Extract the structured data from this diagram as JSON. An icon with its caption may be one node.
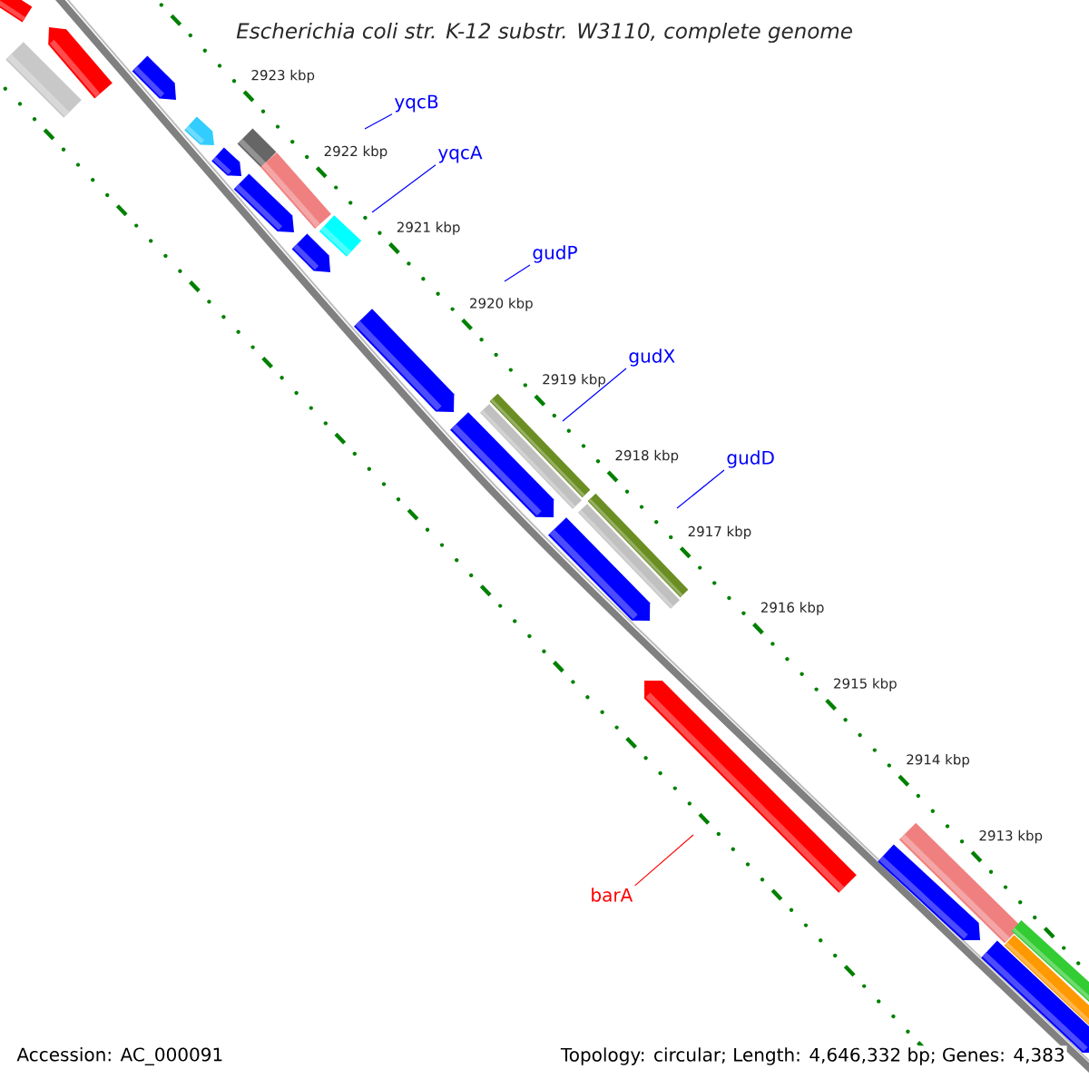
{
  "diagram": {
    "title": "Escherichia coli str. K-12 substr. W3110, complete genome",
    "nodes": [
      {
        "text": [
          "yqcB"
        ]
      },
      {
        "text": [
          "yqcA"
        ]
      },
      {
        "text": [
          "gudP"
        ]
      },
      {
        "text": [
          "gudX"
        ]
      },
      {
        "text": [
          "gudD"
        ]
      },
      {
        "text": [
          "barA"
        ]
      }
    ],
    "edges": [
      {
        "from": 0,
        "to": null,
        "arrow": "none"
      },
      {
        "from": 1,
        "to": null,
        "arrow": "none"
      },
      {
        "from": 2,
        "to": null,
        "arrow": "none"
      },
      {
        "from": 3,
        "to": null,
        "arrow": "none"
      },
      {
        "from": 4,
        "to": null,
        "arrow": "none"
      },
      {
        "from": 5,
        "to": null,
        "arrow": "none",
        "color": "#ff0000"
      }
    ],
    "labels": [
      "2923 kbp",
      "2922 kbp",
      "2921 kbp",
      "2920 kbp",
      "2919 kbp",
      "2918 kbp",
      "2917 kbp",
      "2916 kbp",
      "2915 kbp",
      "2914 kbp",
      "2913 kbp",
      "Accession: AC_000091",
      "Topology: circular; Length: 4,646,332 bp; Genes: 4,383"
    ]
  }
}
